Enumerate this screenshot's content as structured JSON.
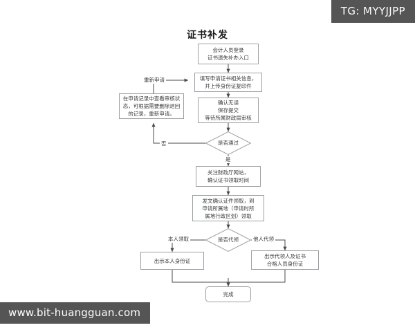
{
  "title": "证书补发",
  "overlays": {
    "tag_badge": "TG: MYYJJPP",
    "watermark": "www.bit-huangguan.com"
  },
  "nodes": {
    "login": "会计人员登录\n证书遗失补办入口",
    "fill_form": "填写申请证书相关信息，\n并上传身份证复印件",
    "confirm_submit": "确认无误\n保存提交\n等待所属财政局审核",
    "check_record": "在申请记录中查看审核状\n态，可根据需要删除退回\n的记录，重新申请。",
    "decision_pass": "是否通过",
    "follow_site": "关注财政厅网站，\n确认证书领取时间",
    "notice_collect": "发文确认证件领取，到\n申请所属地（申请时所\n属地行政区划）领取",
    "decision_proxy": "是否代领",
    "self_id": "出示本人身份证",
    "proxy_id": "出示代领人及证书\n合格人员身份证",
    "finish": "完成"
  },
  "edge_labels": {
    "reapply": "重新申请",
    "no": "否",
    "yes": "是",
    "self_pickup": "本人领取",
    "proxy_pickup": "他人代领"
  },
  "colors": {
    "node_border": "#9aa0a6",
    "node_text": "#3c3c3c",
    "connector": "#4a4a4a",
    "overlay_bg": "#555555",
    "title": "#1a1a1a"
  }
}
